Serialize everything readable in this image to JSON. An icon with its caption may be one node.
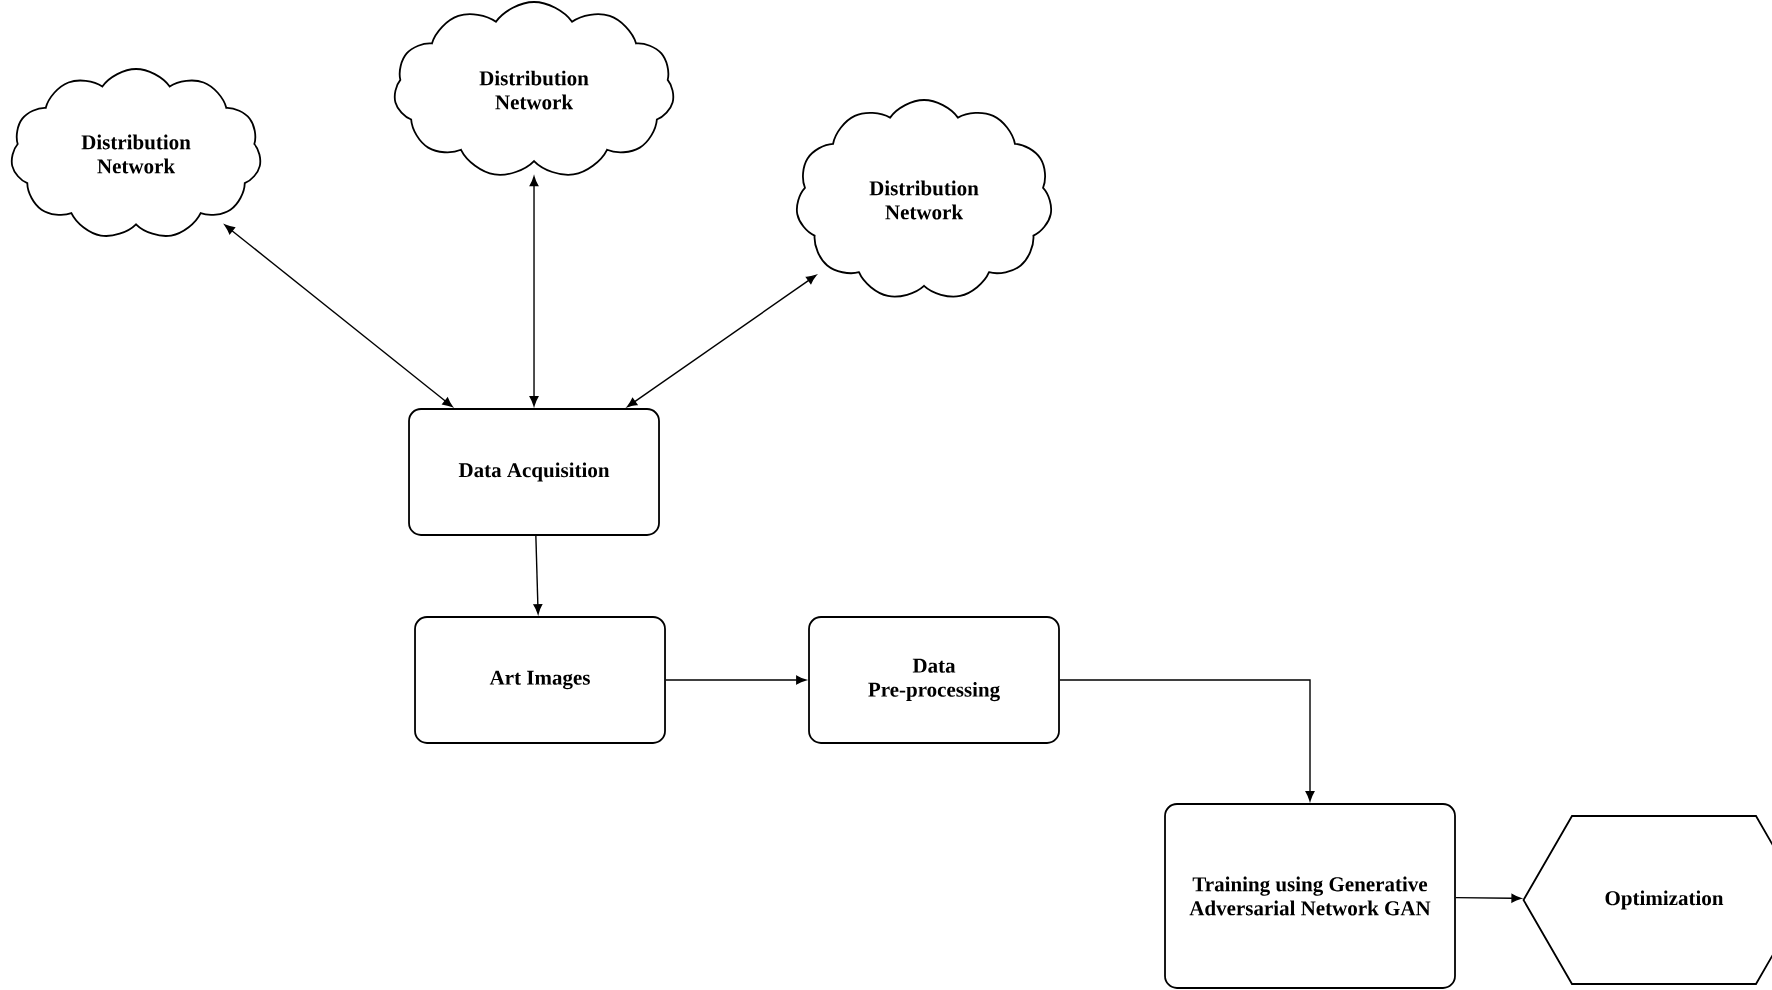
{
  "diagram": {
    "nodes": [
      {
        "text": [
          "Distribution Network"
        ]
      },
      {
        "text": [
          "Distribution Network"
        ]
      },
      {
        "text": [
          "Distribution Network"
        ]
      },
      {
        "text": [
          "Data Acquisition"
        ]
      },
      {
        "text": [
          "Art Images"
        ]
      },
      {
        "text": [
          "Data Pre-processing"
        ]
      },
      {
        "text": [
          "Training using Generative Adversarial Network GAN"
        ]
      },
      {
        "text": [
          "Optimization"
        ]
      }
    ],
    "edges": [
      {
        "from": 0,
        "to": 3,
        "arrow": "both"
      },
      {
        "from": 1,
        "to": 3,
        "arrow": "both"
      },
      {
        "from": 2,
        "to": 3,
        "arrow": "both"
      },
      {
        "from": 3,
        "to": 4,
        "arrow": "to"
      },
      {
        "from": 4,
        "to": 5,
        "arrow": "to"
      },
      {
        "from": 5,
        "to": 6,
        "arrow": "to"
      },
      {
        "from": 6,
        "to": 7,
        "arrow": "to"
      }
    ]
  }
}
